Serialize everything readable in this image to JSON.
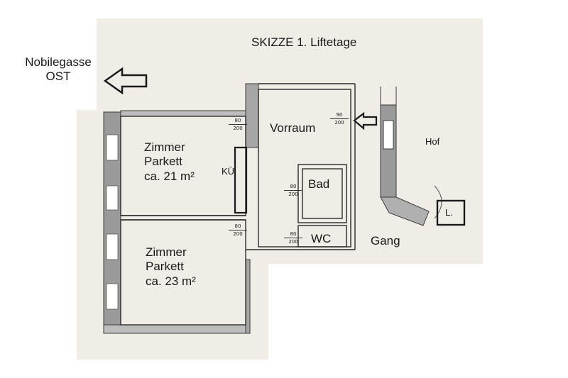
{
  "title": "SKIZZE 1. Liftetage",
  "street": {
    "name": "Nobilegasse",
    "direction": "OST"
  },
  "rooms": {
    "room1": {
      "line1": "Zimmer",
      "line2": "Parkett",
      "line3": "ca. 21 m²"
    },
    "room2": {
      "line1": "Zimmer",
      "line2": "Parkett",
      "line3": "ca. 23 m²"
    },
    "kitchen": "KÜ",
    "vorraum": "Vorraum",
    "bad": "Bad",
    "wc": "WC",
    "gang": "Gang",
    "hof": "Hof",
    "lift": "L."
  },
  "doors": [
    {
      "w": "80",
      "h": "200"
    },
    {
      "w": "90",
      "h": "200"
    },
    {
      "w": "80",
      "h": "200"
    },
    {
      "w": "80",
      "h": "200"
    },
    {
      "w": "80",
      "h": "200"
    }
  ],
  "colors": {
    "paper": "#f0ece6",
    "wall": "#8c8c8c",
    "line": "#2a2a2a"
  }
}
